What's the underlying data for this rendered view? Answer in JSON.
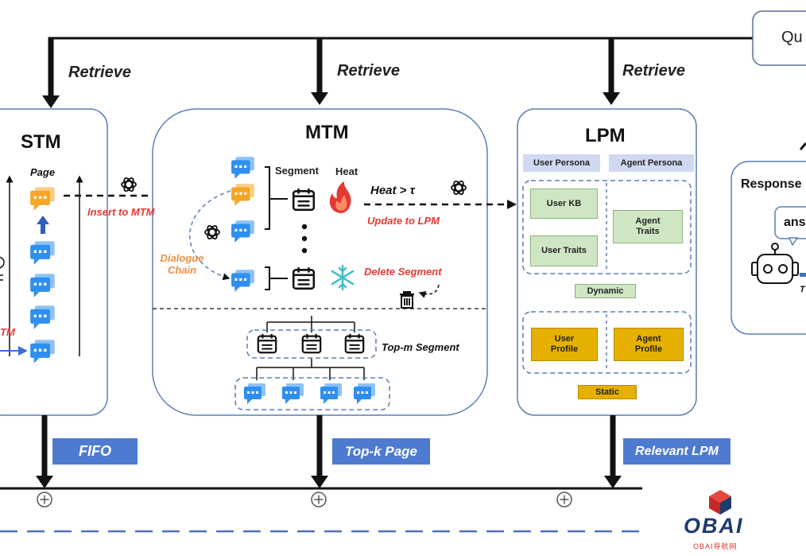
{
  "query": {
    "label": "Qu"
  },
  "retrieve_label": "Retrieve",
  "stm": {
    "title": "STM",
    "page_label": "Page",
    "insert_label": "Insert to MTM",
    "partial_red": "TM"
  },
  "mtm": {
    "title": "MTM",
    "segment_label": "Segment",
    "heat_label": "Heat",
    "heat_condition": "Heat > τ",
    "update_label": "Update to LPM",
    "dialogue_chain_label": "Dialogue\nChain",
    "delete_label": "Delete Segment",
    "top_m_label": "Top-m Segment"
  },
  "lpm": {
    "title": "LPM",
    "user_persona": "User Persona",
    "agent_persona": "Agent Persona",
    "user_kb": "User KB",
    "user_traits": "User Traits",
    "agent_traits": "Agent\nTraits",
    "dynamic": "Dynamic",
    "user_profile": "User\nProfile",
    "agent_profile": "Agent\nProfile",
    "static": "Static"
  },
  "response": {
    "title": "Response",
    "bubble": "ans",
    "partial": "T"
  },
  "tags": {
    "fifo": "FIFO",
    "top_k": "Top-k Page",
    "relevant_lpm": "Relevant LPM"
  },
  "watermark": {
    "brand": "OBAI",
    "sub": "OBAI导航网"
  },
  "colors": {
    "chat_blue": "#2f8ff0",
    "chat_orange": "#f5a623",
    "red": "#e53935",
    "orange_text": "#e8914a",
    "tag_blue": "#4e7bd0",
    "green_box": "#cfe6c4",
    "gold_box": "#e6b000",
    "persona_header": "#cfd9f2",
    "brand_red": "#d32f2f",
    "brand_navy": "#1f3a6e"
  },
  "icons": [
    "chat-bubble-icon",
    "openai-icon",
    "calendar-icon",
    "flame-icon",
    "snowflake-icon",
    "trash-icon",
    "robot-icon",
    "circle-plus-icon",
    "cube-logo-icon",
    "arrow-up-icon"
  ]
}
